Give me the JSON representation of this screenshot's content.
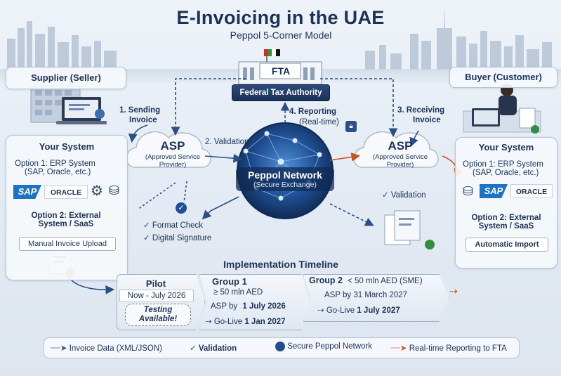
{
  "header": {
    "title": "E-Invoicing in the UAE",
    "subtitle": "Peppol 5-Corner Model"
  },
  "fta": {
    "label": "FTA",
    "banner": "Federal Tax Authority"
  },
  "supplier": {
    "title": "Supplier (Seller)",
    "system_title": "Your System",
    "option1_line1": "Option 1: ERP System",
    "option1_line2": "(SAP, Oracle, etc.)",
    "option2_line1": "Option 2: External",
    "option2_line2": "System / SaaS",
    "upload_label": "Manual Invoice Upload",
    "sap_logo": "SAP",
    "oracle_logo": "ORACLE"
  },
  "buyer": {
    "title": "Buyer (Customer)",
    "system_title": "Your System",
    "option1_line1": "Option 1: ERP System",
    "option1_line2": "(SAP, Oracle, etc.)",
    "option2_line1": "Option 2: External",
    "option2_line2": "System / SaaS",
    "import_label": "Automatic Import",
    "sap_logo": "SAP",
    "oracle_logo": "ORACLE"
  },
  "steps": {
    "sending_line1": "1. Sending",
    "sending_line2": "Invoice",
    "validation": "2. Validation",
    "receiving_line1": "3. Receiving",
    "receiving_line2": "Invoice",
    "reporting_line1": "4. Reporting",
    "reporting_line2": "(Real-time)",
    "validation_right": "Validation"
  },
  "asp_left": {
    "title": "ASP",
    "desc_line1": "(Approved Service",
    "desc_line2": "Provider)"
  },
  "asp_right": {
    "title": "ASP",
    "desc_line1": "(Approved Service",
    "desc_line2": "Provider)"
  },
  "network": {
    "title": "Peppol Network",
    "subtitle": "(Secure Exchange)"
  },
  "checks": {
    "format_check": "Format Check",
    "digital_signature": "Digital Signature"
  },
  "timeline": {
    "title": "Implementation Timeline",
    "pilot_title": "Pilot",
    "pilot_dates": "Now - July 2026",
    "pilot_note_line1": "Testing",
    "pilot_note_line2": "Available!",
    "group1_title": "Group 1",
    "group1_threshold": "≥ 50 mln AED",
    "group1_asp_prefix": "ASP by",
    "group1_asp_date": "1 July 2026",
    "group1_golive_prefix": "Go-Live",
    "group1_golive_date": "1 Jan 2027",
    "group2_title": "Group 2",
    "group2_threshold": "< 50 mln AED (SME)",
    "group2_asp": "ASP by 31 March 2027",
    "group2_golive_prefix": "Go-Live",
    "group2_golive_date": "1 July 2027"
  },
  "legend": {
    "invoice_data": "Invoice Data (XML/JSON)",
    "validation": "Validation",
    "network": "Secure Peppol Network",
    "reporting": "Real-time Reporting to FTA"
  },
  "colors": {
    "navy": "#1b3257",
    "accent_blue": "#2f6fb5",
    "reporting_orange": "#c9541e",
    "check_green": "#2f8f3f"
  }
}
